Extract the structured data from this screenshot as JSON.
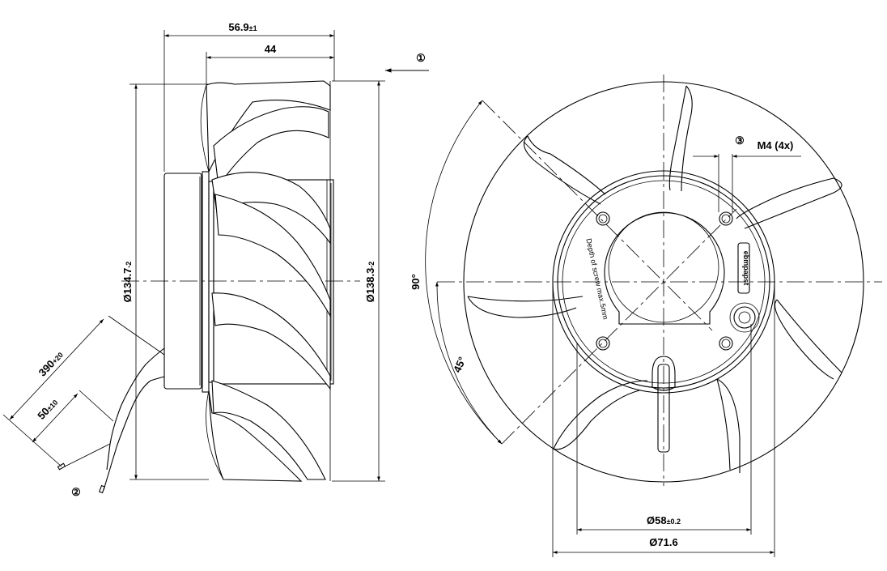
{
  "side_view": {
    "overall_width": {
      "value": "56.9",
      "tol": "±1"
    },
    "rotor_width": {
      "value": "44"
    },
    "flow_marker": "①",
    "inner_diameter": {
      "value": "Ø134.7",
      "tol": "-2"
    },
    "outer_diameter": {
      "value": "Ø138.3",
      "tol": "-2"
    },
    "cable_length": {
      "value": "390",
      "tol": "+20"
    },
    "strip_length": {
      "value": "50",
      "tol": "±10"
    },
    "cable_marker": "②"
  },
  "front_view": {
    "angle_90": "90°",
    "angle_45": "45°",
    "thread_marker": "③",
    "thread_label": "M4 (4x)",
    "diameter_58": {
      "value": "Ø58",
      "tol": "±0.2"
    },
    "diameter_71": {
      "value": "Ø71.6"
    },
    "screw_note": "Depth of screw max.5mm",
    "brand_label": "ebmpapst"
  }
}
